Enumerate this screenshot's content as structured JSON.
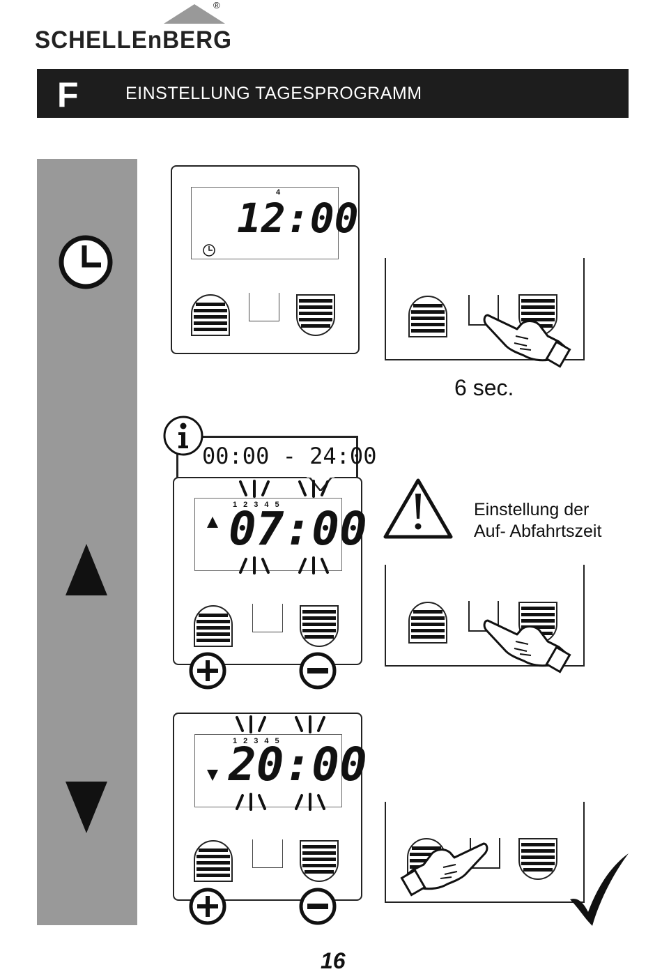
{
  "header": {
    "brand": "SCHELLEnBERG",
    "registered_mark": "®"
  },
  "section": {
    "letter": "F",
    "title": "EINSTELLUNG TAGESPROGRAMM"
  },
  "step1": {
    "day_indicator": "4",
    "time": "12:00",
    "hold_duration": "6  sec."
  },
  "step2": {
    "range": "00:00 - 24:00",
    "days": "12345",
    "time": "07:00",
    "note_line1": "Einstellung der",
    "note_line2": "Auf- Abfahrtszeit"
  },
  "step3": {
    "days": "12345",
    "time": "20:00"
  },
  "footer": {
    "page_number": "16"
  },
  "icons": [
    "clock-icon",
    "arrow-up-icon",
    "arrow-down-icon",
    "info-icon",
    "warning-icon",
    "plus-icon",
    "minus-icon",
    "hand-icon",
    "checkmark-icon"
  ]
}
